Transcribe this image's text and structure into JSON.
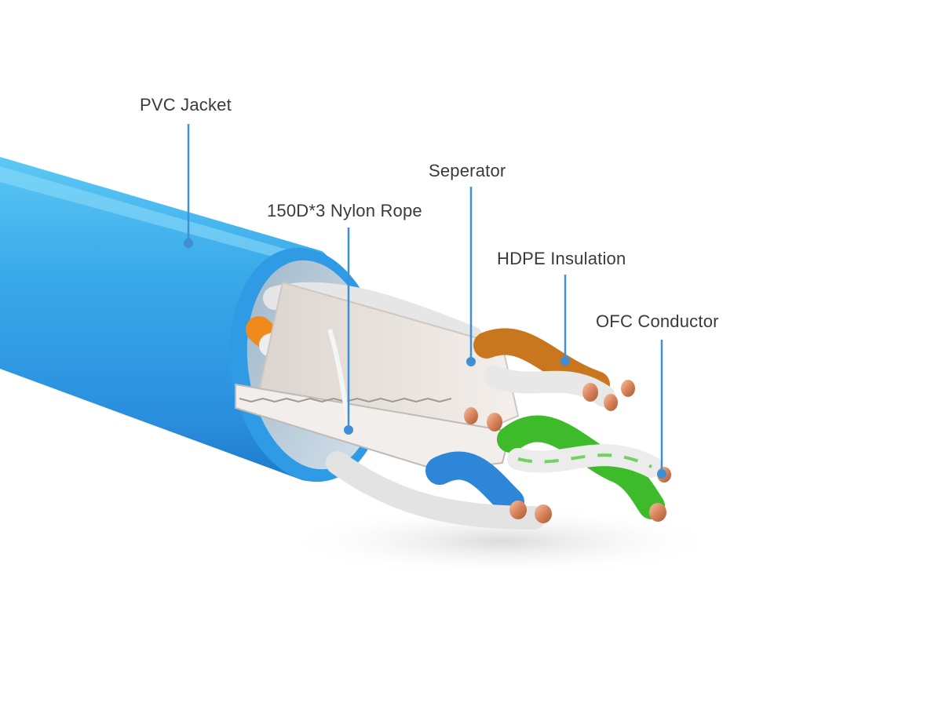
{
  "labels": {
    "pvc_jacket": "PVC Jacket",
    "nylon_rope": "150D*3 Nylon Rope",
    "separator": "Seperator",
    "hdpe_insulation": "HDPE Insulation",
    "ofc_conductor": "OFC Conductor"
  },
  "colors": {
    "jacket": "#2a93e0",
    "callout": "#3d8fd6",
    "orange": "#f08a1c",
    "brown": "#c9771e",
    "green": "#3dbb2a",
    "blue": "#2e86d8",
    "white_wire": "#e9e9e9",
    "copper": "#d9835a",
    "label_text": "#3a3a3a"
  }
}
